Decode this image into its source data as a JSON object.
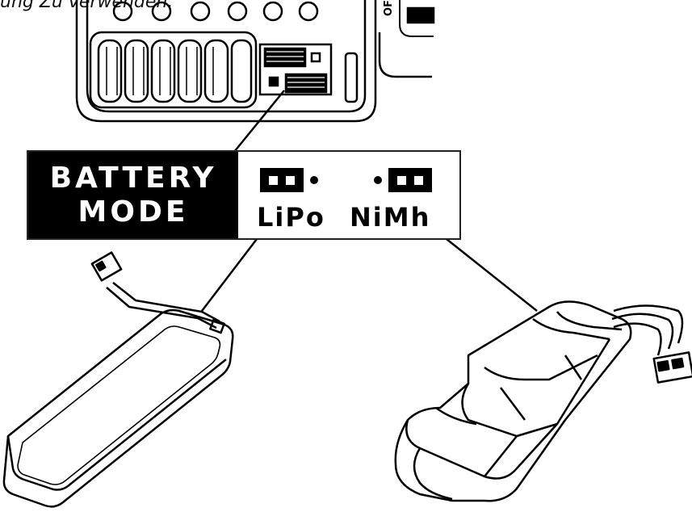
{
  "header": {
    "caption": "ung Zu verwenden."
  },
  "switch": {
    "label": "OFF"
  },
  "panel": {
    "title_line1": "BATTERY",
    "title_line2": "MODE",
    "option_lipo": "LiPo",
    "option_nimh": "NiMh"
  },
  "icons": [
    "jumper-lipo-icon",
    "jumper-nimh-icon",
    "lipo-battery-icon",
    "nimh-battery-icon",
    "receiver-board-icon"
  ],
  "colors": {
    "ink": "#000000",
    "paper": "#ffffff"
  }
}
